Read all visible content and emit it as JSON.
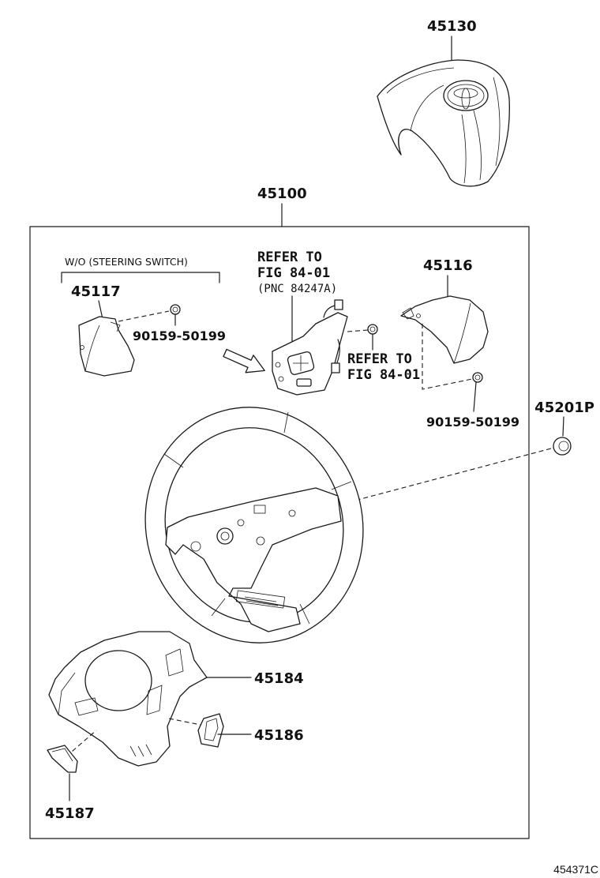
{
  "diagram": {
    "part_labels": {
      "airbag": "45130",
      "wheel_assembly": "45100",
      "cover_left": "45117",
      "cover_right": "45116",
      "nut": "45201P",
      "lower_cover": "45184",
      "lower_trim_right": "45186",
      "lower_trim_left": "45187"
    },
    "screw_labels": {
      "left": "90159-50199",
      "right": "90159-50199"
    },
    "variant_note": "W/O (STEERING SWITCH)",
    "references": {
      "switch": [
        "REFER TO",
        "FIG 84-01",
        "(PNC 84247A)"
      ],
      "screw": [
        "REFER TO",
        "FIG 84-01"
      ]
    },
    "illustration_id": "454371C"
  }
}
